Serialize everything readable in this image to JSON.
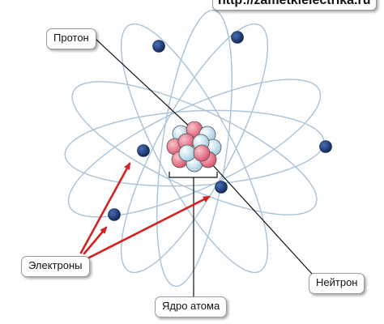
{
  "watermark": "http://zametkielectrika.ru",
  "labels": {
    "proton": "Протон",
    "electrons": "Электроны",
    "neutron": "Нейтрон",
    "nucleus": "Ядро атома"
  },
  "colors": {
    "orbit": "#a9c2d8",
    "electron": "#1f3a78",
    "proton": "#e07a8c",
    "neutron": "#b9dced",
    "arrow": "#d42222",
    "leader": "#111111"
  }
}
